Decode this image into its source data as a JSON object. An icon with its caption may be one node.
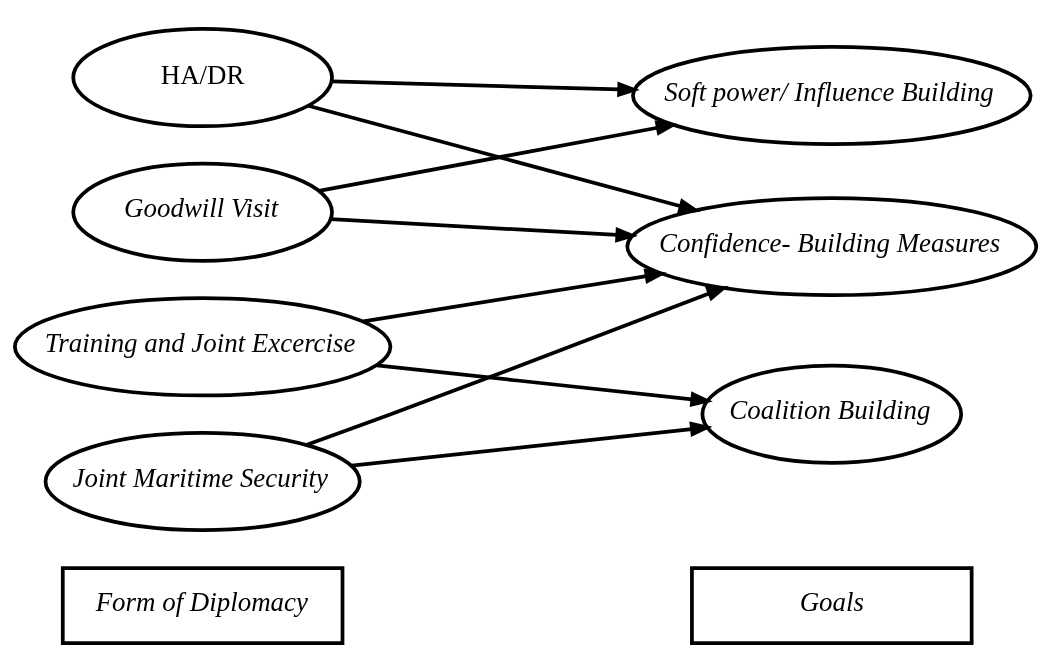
{
  "diagram": {
    "nodes": [
      {
        "text": [
          "Form of Diplomacy"
        ]
      },
      {
        "text": [
          "Goals"
        ]
      },
      {
        "text": [
          "HA/DR"
        ]
      },
      {
        "text": [
          "Goodwill Visit"
        ]
      },
      {
        "text": [
          "Training and Joint Excercise"
        ]
      },
      {
        "text": [
          "Joint Maritime Security"
        ]
      },
      {
        "text": [
          "Soft power/ Influence Building"
        ]
      },
      {
        "text": [
          "Confidence- Building Measures"
        ]
      },
      {
        "text": [
          "Coalition Building"
        ]
      }
    ],
    "edges": [
      {
        "from": 2,
        "to": 6,
        "arrow": "to"
      },
      {
        "from": 2,
        "to": 7,
        "arrow": "to"
      },
      {
        "from": 3,
        "to": 6,
        "arrow": "to"
      },
      {
        "from": 3,
        "to": 7,
        "arrow": "to"
      },
      {
        "from": 4,
        "to": 7,
        "arrow": "to"
      },
      {
        "from": 4,
        "to": 8,
        "arrow": "to"
      },
      {
        "from": 5,
        "to": 7,
        "arrow": "to"
      },
      {
        "from": 5,
        "to": 8,
        "arrow": "to"
      }
    ]
  }
}
